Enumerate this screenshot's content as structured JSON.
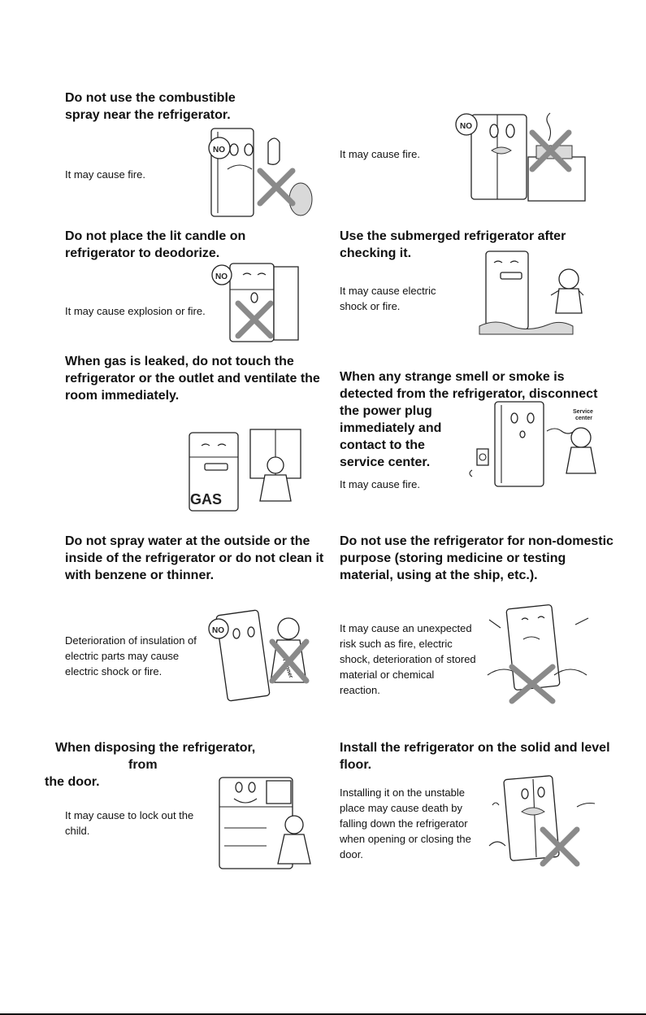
{
  "sections": [
    {
      "id": "combustible-spray",
      "heading": [
        "Do not use the combustible",
        "spray near the refrigerator."
      ],
      "body": [
        "It may cause fire."
      ]
    },
    {
      "id": "fire-no-heading",
      "heading": [],
      "body": [
        "It may cause fire."
      ]
    },
    {
      "id": "lit-candle",
      "heading": [
        "Do not place the lit candle on",
        "refrigerator to deodorize."
      ],
      "body": [
        "It may cause explosion or fire."
      ]
    },
    {
      "id": "submerged",
      "heading": [
        "Use the submerged refrigerator after",
        "checking it."
      ],
      "body": [
        "It may cause electric",
        "shock or fire."
      ]
    },
    {
      "id": "gas-leak",
      "heading": [
        "When gas is leaked, do not touch the",
        "refrigerator or the outlet and ventilate the",
        "room immediately."
      ],
      "body": []
    },
    {
      "id": "strange-smell",
      "heading": [
        "When any strange smell or smoke is",
        "detected from the refrigerator, disconnect",
        "the power plug",
        "immediately and",
        "contact to the",
        "service center."
      ],
      "body": [
        "It may cause fire."
      ]
    },
    {
      "id": "spray-water",
      "heading": [
        "Do not spray water at the outside or the",
        "inside of the refrigerator or do not clean it",
        "with benzene or thinner."
      ],
      "body": [
        "Deterioration of insulation of",
        "electric parts may cause",
        "electric shock or fire."
      ]
    },
    {
      "id": "non-domestic",
      "heading": [
        "Do not use the refrigerator for non-domestic",
        "purpose (storing medicine or testing",
        "material, using at the ship, etc.)."
      ],
      "body": [
        "It may cause an unexpected",
        "risk such as fire, electric",
        "shock, deterioration of stored",
        "material or chemical",
        "reaction."
      ]
    },
    {
      "id": "disposing",
      "heading": [
        "When disposing the refrigerator,",
        "from",
        "the door."
      ],
      "body": [
        "It may cause to lock out the",
        "child."
      ]
    },
    {
      "id": "level-floor",
      "heading": [
        "Install the refrigerator on the solid and level",
        "floor."
      ],
      "body": [
        "Installing it on the unstable",
        "place may cause death by",
        "falling down the refrigerator",
        "when opening or closing the",
        "door."
      ]
    }
  ],
  "illustration_text": {
    "no_sign": "NO",
    "gas_label": "GAS",
    "service_center": [
      "Service",
      "center"
    ],
    "thinner_label": "Thinner"
  },
  "colors": {
    "text": "#111111",
    "line_art": "#222222",
    "cross_mark": "#8a8a8a"
  }
}
